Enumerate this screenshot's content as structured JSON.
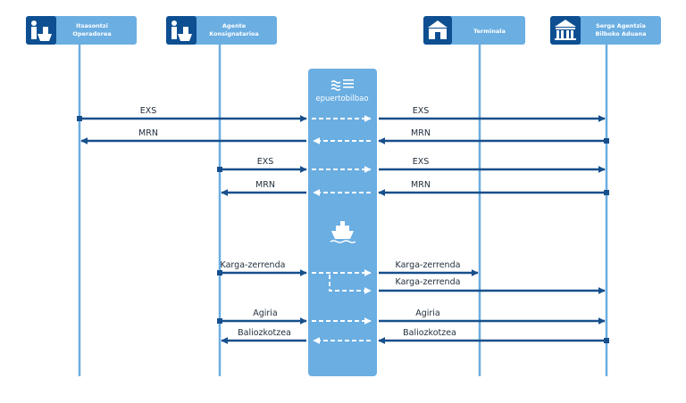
{
  "colors": {
    "lifeline": "#6aaee2",
    "header_bg": "#6aaee2",
    "header_icon_bg": "#0d4f91",
    "arrow": "#174f8c",
    "hub_bg": "#6aaee2",
    "hub_arrow": "#ffffff",
    "label": "#1f2c3a",
    "header_text": "#ffffff"
  },
  "participants": [
    {
      "id": "itsasontzi",
      "line1": "Itsasontzi",
      "line2": "Operadorea",
      "icon": "ship-crew-icon"
    },
    {
      "id": "agente",
      "line1": "Agente",
      "line2": "Konsignatarioa",
      "icon": "ship-crew-icon"
    },
    {
      "id": "terminala",
      "line1": "Terminala",
      "line2": "",
      "icon": "terminal-building-icon"
    },
    {
      "id": "aduana",
      "line1": "Serga Agentzia",
      "line2": "Bilboko Aduana",
      "icon": "customs-building-icon"
    }
  ],
  "hub": {
    "logo_text": "epuertobilbao",
    "logo_icon": "waves-icon",
    "mid_icon": "ship-icon"
  },
  "messages": [
    {
      "id": "m1",
      "from": "itsasontzi",
      "to": "aduana",
      "label_left": "EXS",
      "label_right": "EXS"
    },
    {
      "id": "m2",
      "from": "aduana",
      "to": "itsasontzi",
      "label_left": "MRN",
      "label_right": "MRN"
    },
    {
      "id": "m3",
      "from": "agente",
      "to": "aduana",
      "label_left": "EXS",
      "label_right": "EXS"
    },
    {
      "id": "m4",
      "from": "aduana",
      "to": "agente",
      "label_left": "MRN",
      "label_right": "MRN"
    },
    {
      "id": "m5",
      "from": "agente",
      "to": "terminala+aduana",
      "label_left": "Karga-zerrenda",
      "label_right": "Karga-zerrenda",
      "label_right2": "Karga-zerrenda"
    },
    {
      "id": "m6",
      "from": "agente",
      "to": "aduana",
      "label_left": "Agiria",
      "label_right": "Agiria"
    },
    {
      "id": "m7",
      "from": "aduana",
      "to": "agente",
      "label_left": "Baliozkotzea",
      "label_right": "Baliozkotzea"
    }
  ]
}
